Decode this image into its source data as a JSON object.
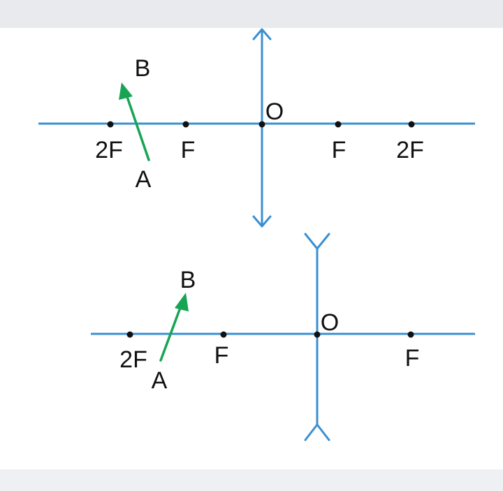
{
  "colors": {
    "axis": "#3a8fd1",
    "object": "#17a554",
    "point": "#111111",
    "label": "#111111",
    "background": "#ffffff",
    "frame": "#e8eaee"
  },
  "diagram_top": {
    "lens_type": "convex",
    "center_label": "O",
    "object_tail_label": "A",
    "object_head_label": "B",
    "points": [
      {
        "label": "2F"
      },
      {
        "label": "F"
      },
      {
        "label": "F"
      },
      {
        "label": "2F"
      }
    ]
  },
  "diagram_bottom": {
    "lens_type": "concave",
    "center_label": "O",
    "object_tail_label": "A",
    "object_head_label": "B",
    "points": [
      {
        "label": "2F"
      },
      {
        "label": "F"
      },
      {
        "label": "F"
      }
    ]
  }
}
